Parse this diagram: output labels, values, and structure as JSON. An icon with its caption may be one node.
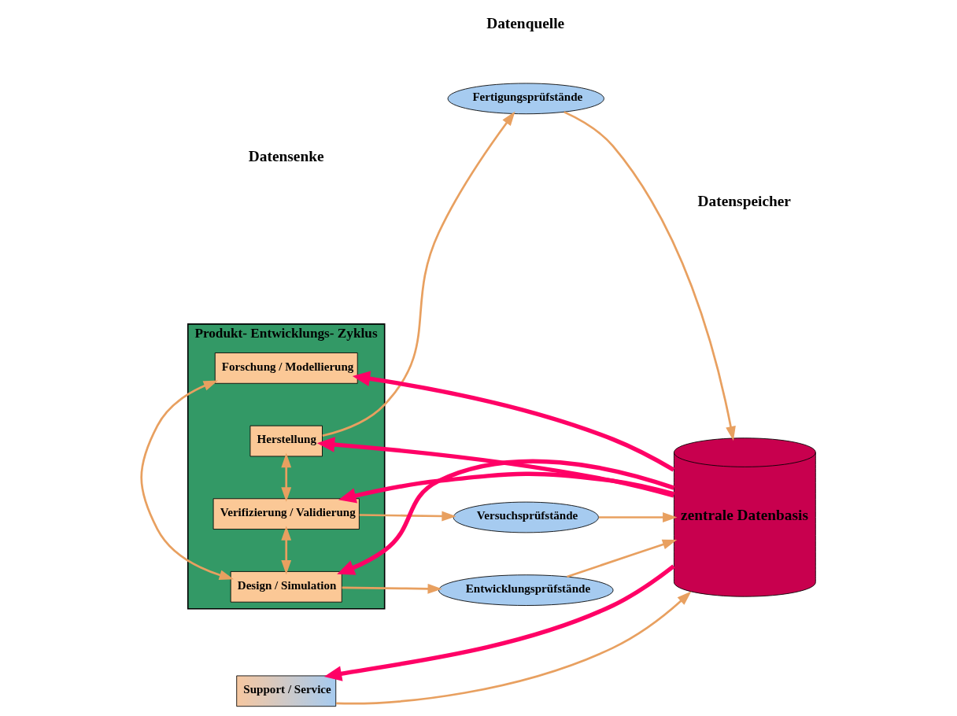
{
  "diagram": {
    "nodes": [
      {
        "text": [
          "Produkt- Entwicklungs- Zyklus"
        ]
      },
      {
        "text": [
          "Forschung / Modellierung"
        ],
        "in": 0
      },
      {
        "text": [
          "Design / Simulation"
        ],
        "in": 0
      },
      {
        "text": [
          "Verifizierung / Validierung"
        ],
        "in": 0
      },
      {
        "text": [
          "Herstellung"
        ],
        "in": 0
      },
      {
        "text": [
          "Entwicklungsprüfstände"
        ]
      },
      {
        "text": [
          "Versuchsprüfstände"
        ]
      },
      {
        "text": [
          "Fertigungsprüfstände"
        ]
      },
      {
        "text": [
          "zentrale Datenbasis"
        ]
      },
      {
        "text": [
          "Support / Service"
        ]
      }
    ],
    "edges": [
      {
        "from": 1,
        "to": 2,
        "arrow": "both"
      },
      {
        "from": 2,
        "to": 3,
        "arrow": "both"
      },
      {
        "from": 3,
        "to": 4,
        "arrow": "both"
      },
      {
        "from": 2,
        "to": 5,
        "arrow": "to"
      },
      {
        "from": 3,
        "to": 6,
        "arrow": "to"
      },
      {
        "from": 4,
        "to": 7,
        "arrow": "to"
      },
      {
        "from": 5,
        "to": 8,
        "arrow": "to"
      },
      {
        "from": 6,
        "to": 8,
        "arrow": "to"
      },
      {
        "from": 7,
        "to": 8,
        "arrow": "to"
      },
      {
        "from": 9,
        "to": 8,
        "arrow": "to"
      },
      {
        "from": 8,
        "to": 1,
        "arrow": "to",
        "style": "thick",
        "color": "#ff0066"
      },
      {
        "from": 8,
        "to": 2,
        "arrow": "to",
        "style": "thick",
        "color": "#ff0066"
      },
      {
        "from": 8,
        "to": 3,
        "arrow": "to",
        "style": "thick",
        "color": "#ff0066"
      },
      {
        "from": 8,
        "to": 4,
        "arrow": "to",
        "style": "thick",
        "color": "#ff0066"
      },
      {
        "from": 8,
        "to": 9,
        "arrow": "to",
        "style": "thick",
        "color": "#ff0066"
      }
    ],
    "labels": [
      "Datensenke",
      "Datenquelle",
      "Datenspeicher"
    ]
  }
}
